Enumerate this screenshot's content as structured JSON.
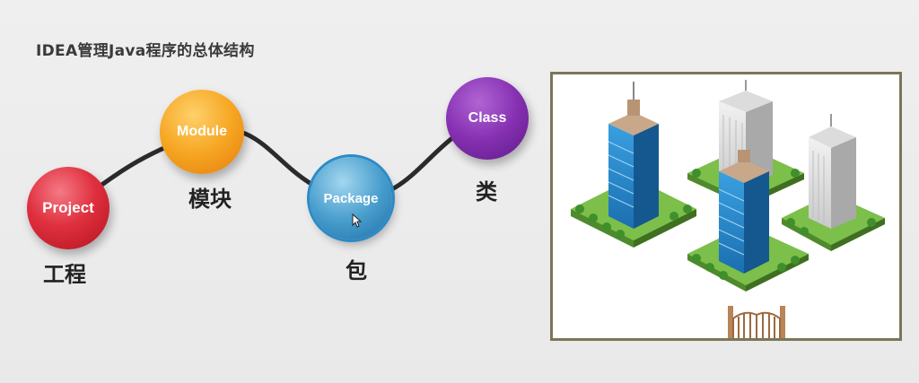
{
  "slide": {
    "title": "IDEA管理Java程序的总体结构"
  },
  "nodes": [
    {
      "key": "project",
      "label": "Project",
      "cn_label": "工程",
      "color": "#e0303f"
    },
    {
      "key": "module",
      "label": "Module",
      "cn_label": "模块",
      "color": "#f6a622"
    },
    {
      "key": "package",
      "label": "Package",
      "cn_label": "包",
      "color": "#4a9fce"
    },
    {
      "key": "class",
      "label": "Class",
      "cn_label": "类",
      "color": "#8630b2"
    }
  ],
  "illustration": {
    "subject": "isometric city with office buildings and a gate",
    "icons": [
      "blue-tower-icon",
      "white-tower-icon",
      "gate-icon"
    ]
  }
}
